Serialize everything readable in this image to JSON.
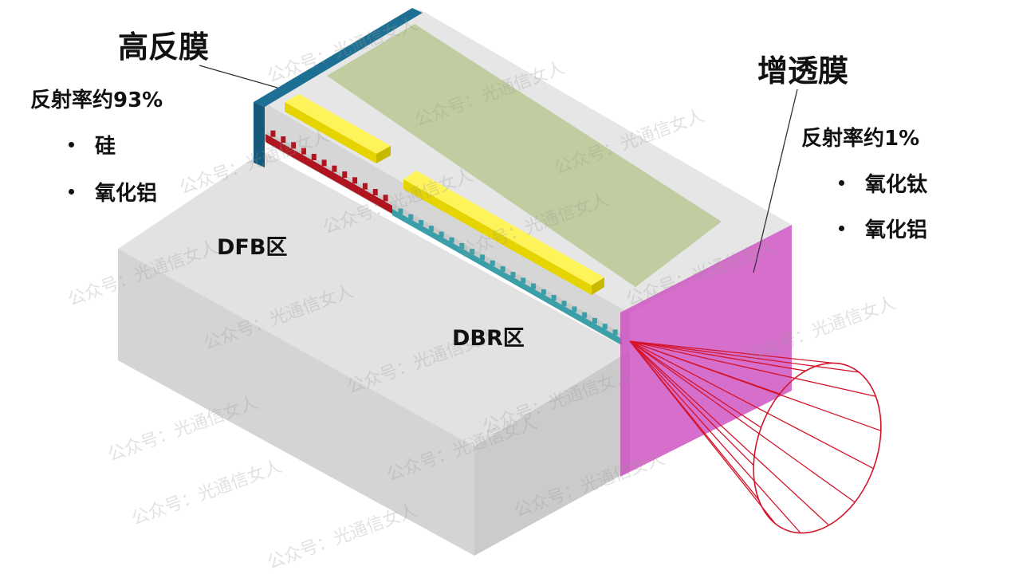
{
  "hr_coating": {
    "title": "高反膜",
    "reflectivity": "反射率约93%",
    "materials": [
      "硅",
      "氧化铝"
    ]
  },
  "ar_coating": {
    "title": "增透膜",
    "reflectivity": "反射率约1%",
    "materials": [
      "氧化钛",
      "氧化铝"
    ]
  },
  "regions": {
    "dfb": "DFB区",
    "dbr": "DBR区"
  },
  "watermark": "公众号：光通信女人",
  "colors": {
    "substrate_top": "#e4e4e4",
    "substrate_side": "#d3d3d3",
    "substrate_front": "#cfcfcf",
    "hr_coating": "#1d6f94",
    "ar_coating": "#cc4fc0",
    "electrode": "#f2e600",
    "dfb_grating": "#b0141e",
    "dbr_grating": "#3a9fa8",
    "waveguide_cladding": "#b8c893",
    "beam": "#d4142a"
  }
}
